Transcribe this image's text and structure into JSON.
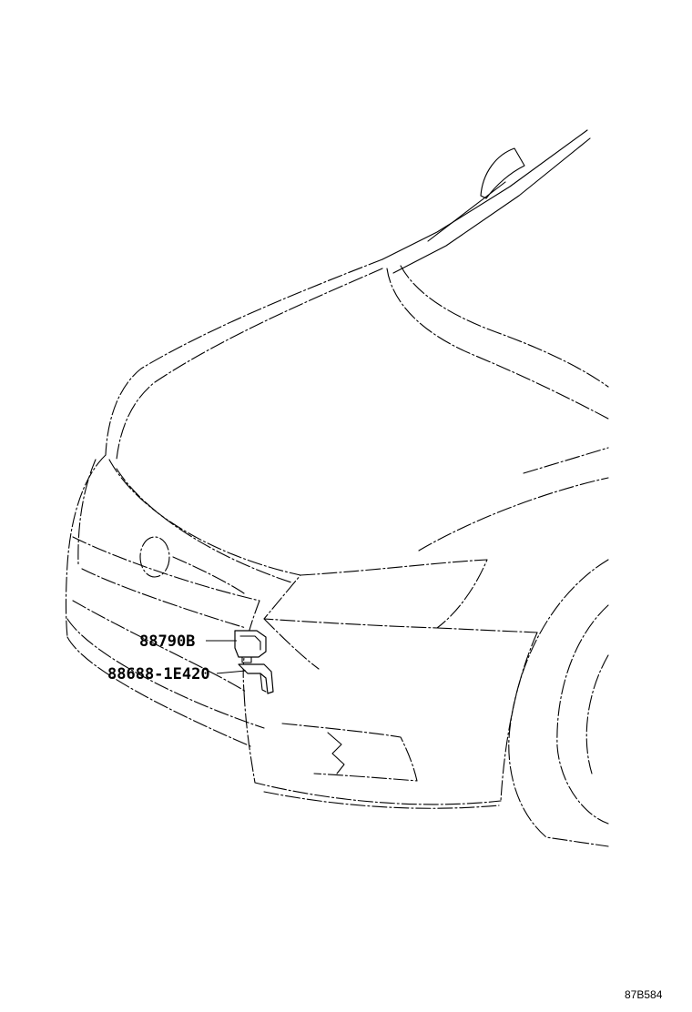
{
  "labels": {
    "part_sensor": "88790B",
    "part_bracket": "88688-1E420",
    "figure_code": "87B584"
  }
}
